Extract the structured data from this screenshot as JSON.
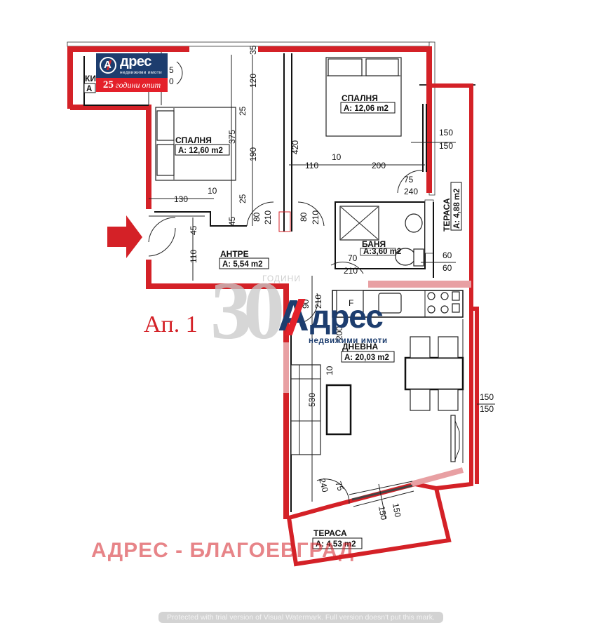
{
  "plan": {
    "apartment_label": "Ап. 1",
    "entrance_arrow": "entrance-arrow",
    "rooms": [
      {
        "id": "kitchen-top",
        "name": "КИ",
        "area": "А"
      },
      {
        "id": "bedroom-1",
        "name": "СПАЛНЯ",
        "area": "A: 12,60 m2"
      },
      {
        "id": "bedroom-2",
        "name": "СПАЛНЯ",
        "area": "A: 12,06 m2"
      },
      {
        "id": "hall",
        "name": "АНТРЕ",
        "area": "A: 5,54 m2"
      },
      {
        "id": "bathroom",
        "name": "БАНЯ",
        "area": "A:3,60 m2"
      },
      {
        "id": "terrace-1",
        "name": "ТЕРАСА",
        "area": "A: 4,88 m2"
      },
      {
        "id": "living",
        "name": "ДНЕВНА",
        "area": "A: 20,03 m2"
      },
      {
        "id": "terrace-2",
        "name": "ТЕРАСА",
        "area": "A: 4,53 m2"
      }
    ],
    "dimensions": {
      "d_35": "35",
      "d_120": "120",
      "d_25a": "25",
      "d_375": "375",
      "d_190": "190",
      "d_25b": "25",
      "d_420": "420",
      "d_130": "130",
      "d_10a": "10",
      "d_110a": "110",
      "d_10b": "10",
      "d_200a": "200",
      "d_150a": "150",
      "d_150b": "150",
      "d_75a": "75",
      "d_240a": "240",
      "d_45a": "45",
      "d_45b": "45",
      "d_110b": "110",
      "d_80a": "80",
      "d_210a": "210",
      "d_80b": "80",
      "d_210b": "210",
      "d_70": "70",
      "d_210c": "210",
      "d_60a": "60",
      "d_60b": "60",
      "d_210d": "210",
      "d_90": "90",
      "d_200b": "200",
      "d_10c": "10",
      "d_530": "530",
      "d_150c": "150",
      "d_150d": "150",
      "d_75b": "75",
      "d_240b": "240",
      "d_150e": "150",
      "d_150f": "150",
      "d_5": "5",
      "d_0": "0"
    },
    "fridge_label": "F"
  },
  "branding": {
    "logo_name": "дрес",
    "logo_letter": "А",
    "logo_sub": "недвижими имоти",
    "logo_years_num": "25",
    "logo_years_text": "години опит",
    "center_30": "30",
    "center_godini": "ГОДИНИ",
    "center_letter": "А",
    "center_name": "дрес",
    "center_sub": "недвижими имоти",
    "watermark_bottom": "АДРЕС - БЛАГОЕВГРАД",
    "trial_notice": "Protected with trial version of Visual Watermark. Full version doesn't put this mark."
  },
  "colors": {
    "wall_red": "#d42127",
    "brand_blue": "#1d3d6e",
    "brand_red": "#e4202a"
  }
}
